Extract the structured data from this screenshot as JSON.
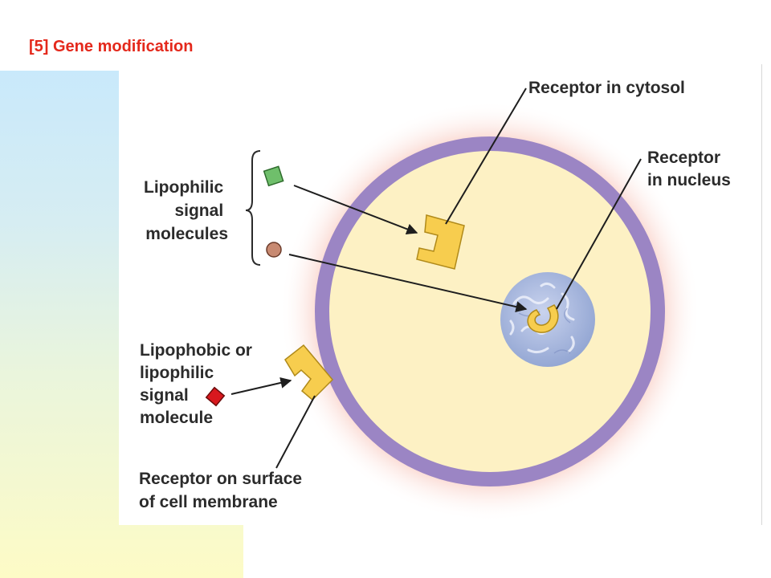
{
  "slide": {
    "title": "[5] Gene modification"
  },
  "diagram": {
    "labels": {
      "receptor_cytosol": "Receptor in cytosol",
      "receptor_nucleus": [
        "Receptor",
        "in nucleus"
      ],
      "lipophilic_signal": [
        "Lipophilic",
        "signal",
        "molecules"
      ],
      "lipophobic_signal": [
        "Lipophobic or",
        "lipophilic",
        "signal",
        "molecule"
      ],
      "receptor_surface": [
        "Receptor on surface",
        "of cell membrane"
      ]
    },
    "colors": {
      "membrane": "#9b85c4",
      "cytoplasm": "#fdf1c4",
      "nucleus": "#a9b8dc",
      "receptor": "#f7cd4e",
      "square_signal": "#6fbf6b",
      "round_signal": "#c88a72",
      "surface_signal": "#d8181e",
      "title": "#e4281b"
    }
  }
}
